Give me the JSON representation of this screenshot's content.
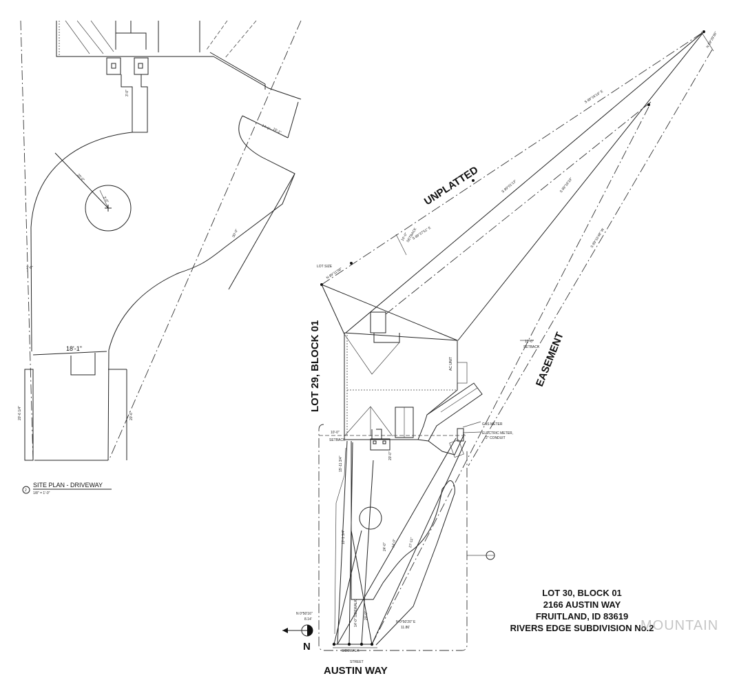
{
  "labels": {
    "unplatted": "UNPLATTED",
    "easement": "EASEMENT",
    "lot_29": "LOT 29, BLOCK 01",
    "austin_way": "AUSTIN WAY",
    "street": "STREET",
    "north": "N",
    "site_plan_number": "2",
    "site_plan_title": "SITE PLAN - DRIVEWAY",
    "site_plan_scale": "1/8\" = 1'-0\"",
    "gas_meter": "GAS METER",
    "electric_meter": "ELECTRIC METER,",
    "conduit": "2\" CONDUIT",
    "ac_unit": "AC UNIT",
    "setback": "SETBACK",
    "setback_left": "10'-0\"",
    "lot_size": "LOT SIZE",
    "bearing_sw": "N 0°50'16\"",
    "bearing_sw_dist": "8.14'",
    "bearing_se": "N 0°50'20\" E",
    "bearing_se_dist": "11.86'",
    "sidewalk": "SIDEWALK",
    "dim_drive_width": "18'-1\"",
    "dim_radius": "25'-0\"",
    "dim_setback_rear": "10'-0\""
  },
  "lot_info": {
    "line1": "LOT 30, BLOCK 01",
    "line2": "2166 AUSTIN WAY",
    "line3": "FRUITLAND, ID 83619",
    "line4": "RIVERS EDGE SUBDIVISION No.2"
  },
  "watermark": "MOUNTAIN"
}
